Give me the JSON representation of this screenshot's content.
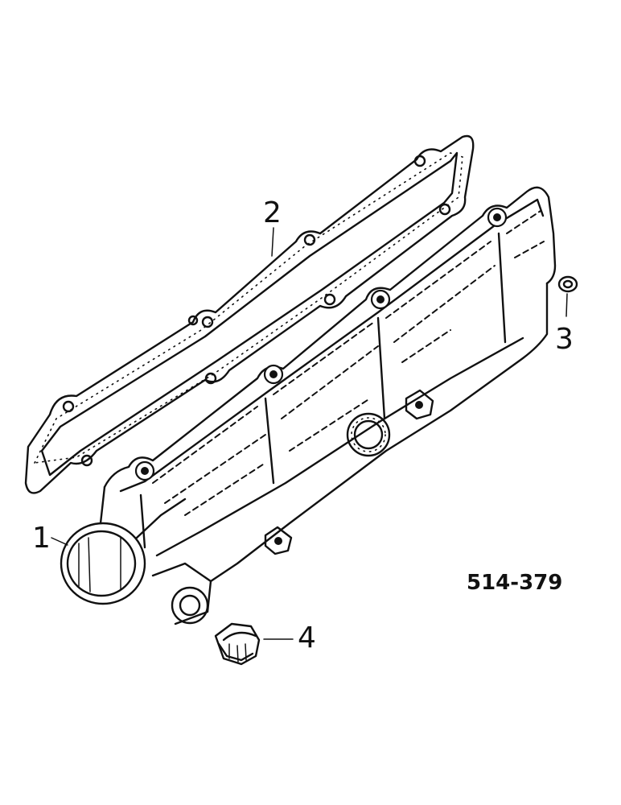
{
  "figure": {
    "number": "514-379"
  },
  "callouts": [
    {
      "id": "1",
      "text": "1",
      "part": "manifold-housing"
    },
    {
      "id": "2",
      "text": "2",
      "part": "gasket"
    },
    {
      "id": "3",
      "text": "3",
      "part": "washer"
    },
    {
      "id": "4",
      "text": "4",
      "part": "plug"
    }
  ],
  "colors": {
    "ink": "#111111",
    "background": "#ffffff"
  }
}
